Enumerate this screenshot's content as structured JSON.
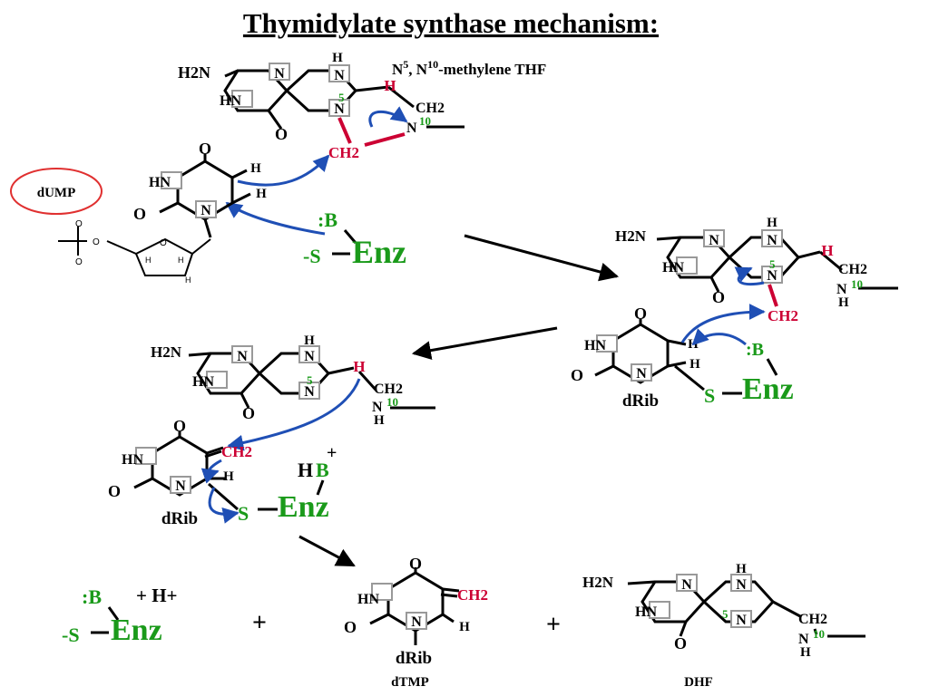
{
  "title": "Thymidylate synthase mechanism:",
  "cofactor_label": "N5, N10-methylene THF",
  "cofactor_label_parts": {
    "n5_base": "N",
    "n5_sup": "5",
    "n10_base": ", N",
    "n10_sup": "10",
    "suffix": "-methylene THF"
  },
  "substrate_label": "dUMP",
  "enzyme": {
    "base": ":B",
    "thiolate": "-S",
    "thiol": "S",
    "name": "Enz",
    "protonated_base_h": "H",
    "protonated_base_b": "B",
    "plus_charge": "+"
  },
  "atoms": {
    "h2n": "H2N",
    "hn": "HN",
    "n": "N",
    "h": "H",
    "o": "O",
    "ch2": "CH2",
    "five": "5",
    "ten": "10",
    "drib": "dRib",
    "nh": "N"
  },
  "products": {
    "hplus": "+ H+",
    "plus": "+",
    "dtmp": "dTMP",
    "dhf": "DHF"
  },
  "colors": {
    "black": "#000000",
    "red": "#cc0033",
    "green": "#1a9a1a",
    "blue": "#1f4fb5",
    "ring_box": "#9a9a9a",
    "ellipse": "#e03030"
  }
}
